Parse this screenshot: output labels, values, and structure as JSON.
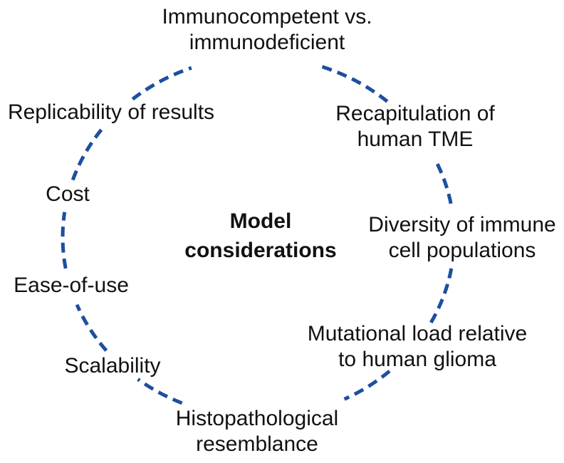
{
  "colors": {
    "dash_blue": "#1d4f9e",
    "text": "#111111",
    "background": "#ffffff"
  },
  "diagram": {
    "center_label": "Model considerations",
    "nodes": {
      "top": "Immunocompetent vs. immunodeficient",
      "recapitulation": "Recapitulation of human TME",
      "diversity": "Diversity of immune cell populations",
      "mutational": "Mutational load relative to human glioma",
      "histopathological": "Histopathological resemblance",
      "scalability": "Scalability",
      "ease_of_use": "Ease-of-use",
      "cost": "Cost",
      "replicability": "Replicability of results"
    }
  }
}
